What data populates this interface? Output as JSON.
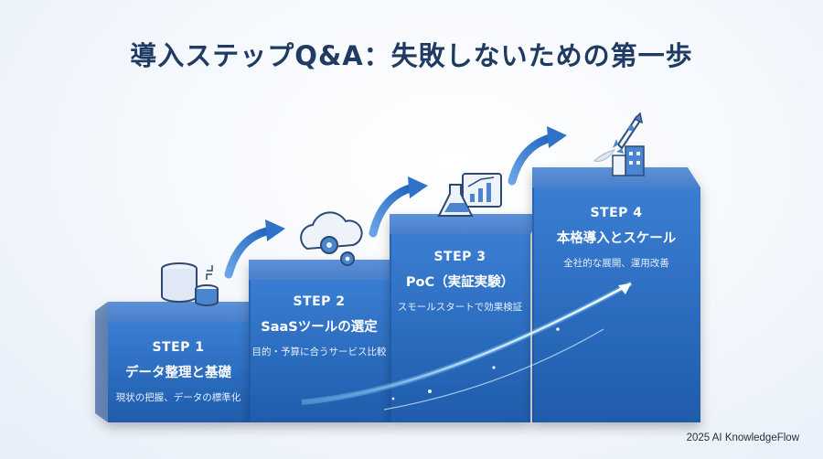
{
  "title": "導入ステップQ&A：失敗しないための第一歩",
  "steps": [
    {
      "number": "STEP 1",
      "name": "データ整理と基礎",
      "desc": "現状の把握、データの標準化",
      "icon": "database-icon"
    },
    {
      "number": "STEP 2",
      "name": "SaaSツールの選定",
      "desc": "目的・予算に合うサービス比較",
      "icon": "cloud-gear-icon"
    },
    {
      "number": "STEP 3",
      "name": "PoC（実証実験）",
      "desc": "スモールスタートで効果検証",
      "icon": "flask-chart-icon"
    },
    {
      "number": "STEP 4",
      "name": "本格導入とスケール",
      "desc": "全社的な展開、運用改善",
      "icon": "rocket-city-icon"
    }
  ],
  "footer": "2025 AI KnowledgeFlow",
  "colors": {
    "title": "#1f3b63",
    "step_front": "#2f6fc4",
    "step_top": "#6b9fe0",
    "step_side": "#1c4b8f",
    "arrow": "#2f73c9"
  }
}
